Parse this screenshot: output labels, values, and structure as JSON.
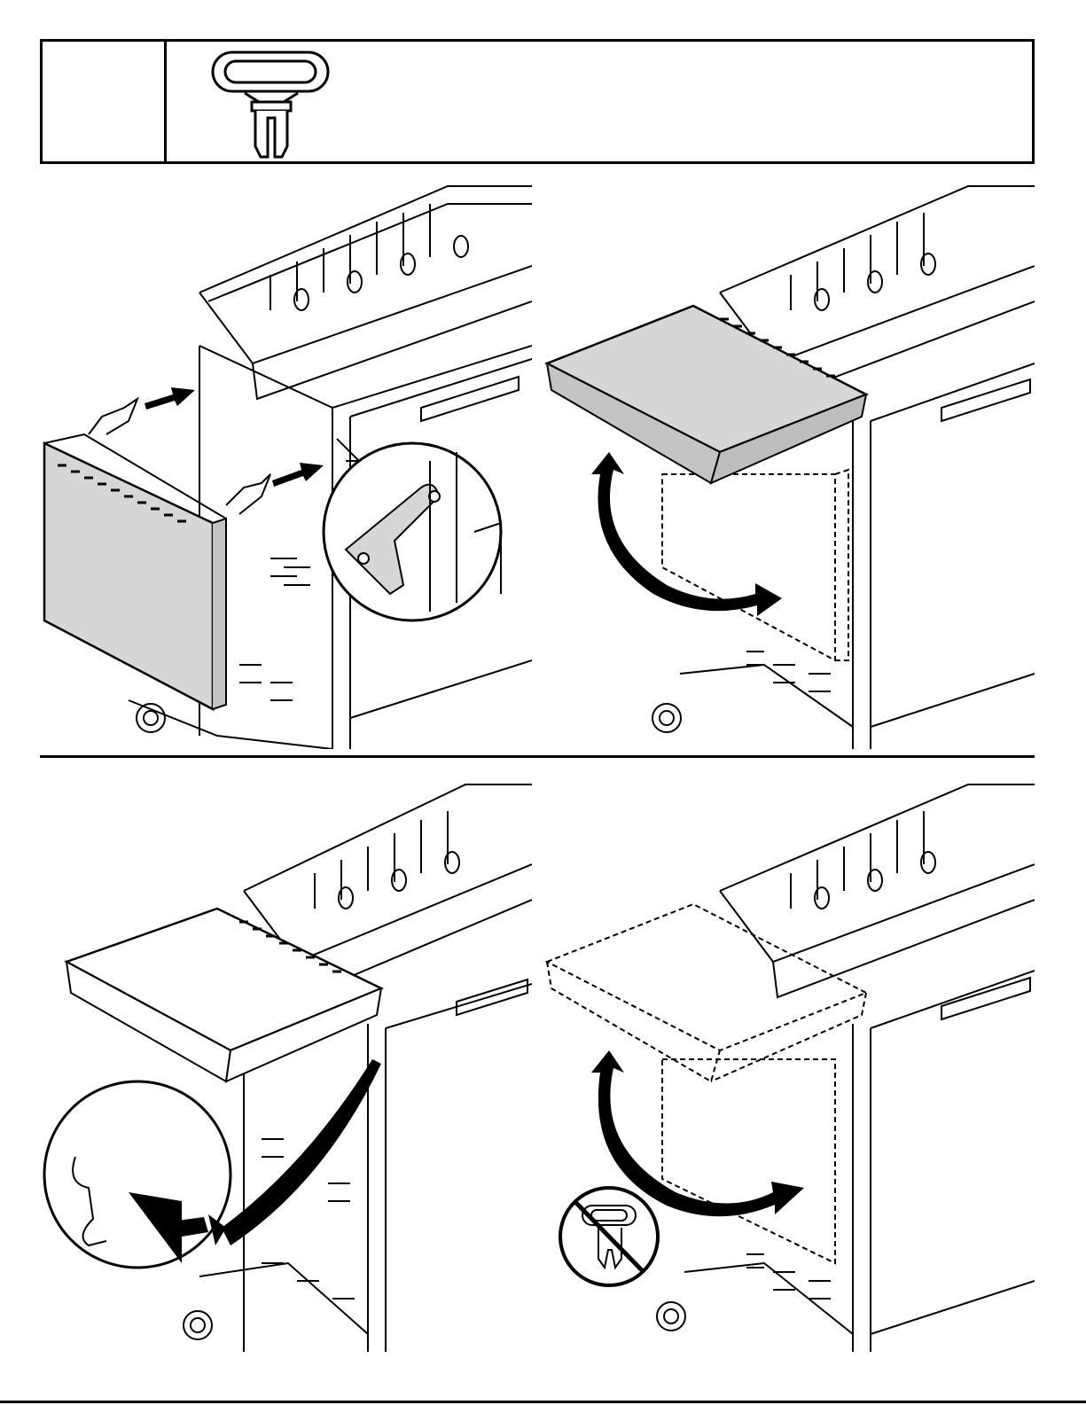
{
  "parts_table": {
    "part_label": "",
    "part_icon": "side-shelf-retaining-clip"
  },
  "figures": [
    {
      "id": "step-1",
      "icon": "insert-shelf-brackets"
    },
    {
      "id": "step-2",
      "icon": "rotate-shelf-up"
    },
    {
      "id": "step-3",
      "icon": "shelf-locked-detail"
    },
    {
      "id": "step-4",
      "icon": "fold-shelf-down-no-clip"
    }
  ],
  "colors": {
    "line": "#000000",
    "shelf_fill": "#d6d6d6",
    "paper": "#ffffff"
  }
}
